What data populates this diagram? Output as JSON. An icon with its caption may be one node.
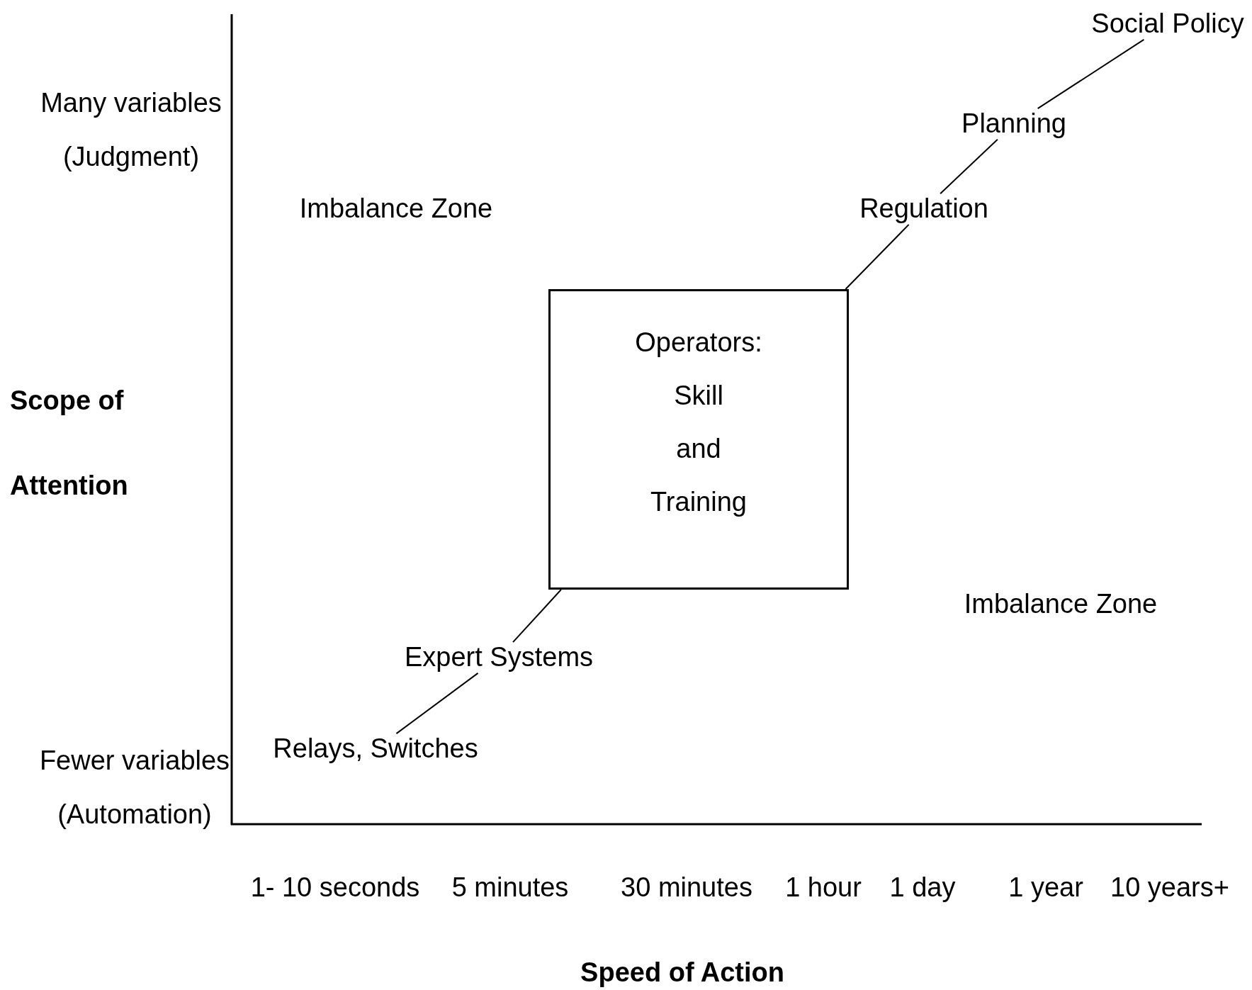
{
  "diagram": {
    "nodes": [
      {
        "text": [
          "Social Policy"
        ]
      },
      {
        "text": [
          "Planning"
        ]
      },
      {
        "text": [
          "Regulation"
        ]
      },
      {
        "text": [
          "Operators: Skill and Training"
        ]
      },
      {
        "text": [
          "Expert Systems"
        ]
      },
      {
        "text": [
          "Relays, Switches"
        ]
      }
    ],
    "edges": [
      {
        "from": 0,
        "to": 1,
        "arrow": "none"
      },
      {
        "from": 1,
        "to": 2,
        "arrow": "none"
      },
      {
        "from": 2,
        "to": 3,
        "arrow": "none"
      },
      {
        "from": 3,
        "to": 4,
        "arrow": "none"
      },
      {
        "from": 4,
        "to": 5,
        "arrow": "none"
      }
    ],
    "labels": [
      "Many variables (Judgment)",
      "Imbalance Zone",
      "Scope of Attention",
      "Imbalance Zone",
      "Fewer variables (Automation)",
      "1- 10 seconds",
      "5 minutes",
      "30 minutes",
      "1 hour",
      "1 day",
      "1 year",
      "10 years+",
      "Speed of Action"
    ]
  }
}
